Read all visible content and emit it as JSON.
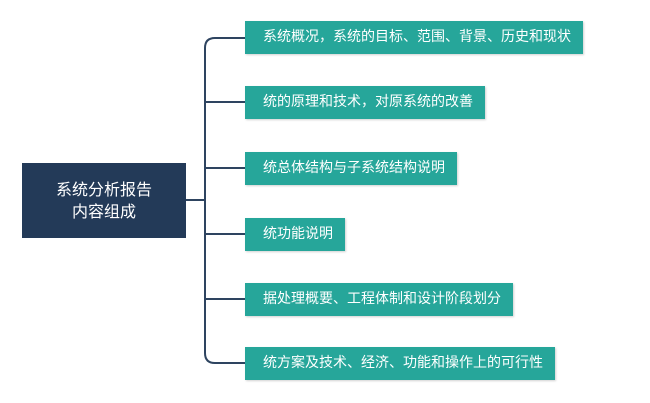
{
  "root": {
    "line1": "系统分析报告",
    "line2": "内容组成"
  },
  "branches": [
    "系统概况，系统的目标、范围、背景、历史和现状",
    "统的原理和技术，对原系统的改善",
    "统总体结构与子系统结构说明",
    "统功能说明",
    "据处理概要、工程体制和设计阶段划分",
    "统方案及技术、经济、功能和操作上的可行性"
  ],
  "colors": {
    "root_bg": "#233a58",
    "branch_bg": "#26a69a",
    "connector": "#2e4460"
  }
}
